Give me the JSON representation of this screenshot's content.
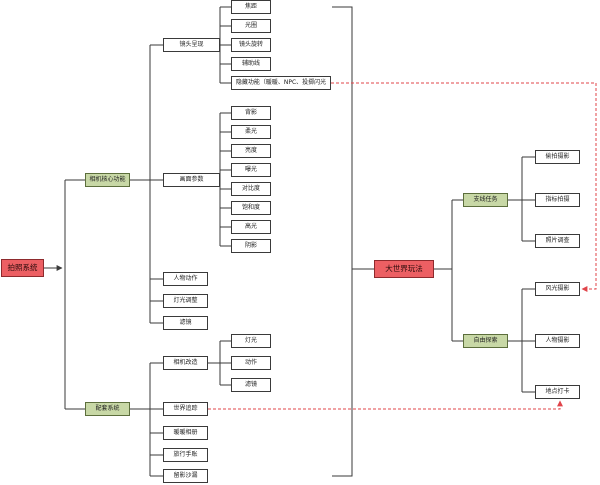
{
  "colors": {
    "root_fill": "#ec5f63",
    "category_fill": "#c8d8a6",
    "leaf_fill": "#ffffff",
    "line": "#3a3a3a",
    "dashed_link": "#e0444a"
  },
  "root": "拍照系统",
  "hub": "大世界玩法",
  "camera_core": {
    "label": "相机核心功能",
    "lens_display": {
      "label": "镜头呈现",
      "items": [
        "焦距",
        "光圈",
        "镜头旋转",
        "辅助线",
        "隐藏功能（暖暖、NPC、投掷闪光"
      ]
    },
    "image_params": {
      "label": "画面参数",
      "items": [
        "背影",
        "柔光",
        "亮度",
        "曝光",
        "对比度",
        "饱和度",
        "高光",
        "阴影"
      ]
    },
    "other": [
      "人物动作",
      "灯光调整",
      "滤镜"
    ]
  },
  "accessory": {
    "label": "配套系统",
    "camera_mod": {
      "label": "相机改造",
      "items": [
        "灯光",
        "动作",
        "滤镜"
      ]
    },
    "other": [
      "世界追踪",
      "暖暖相册",
      "旅行手账",
      "留影沙漏"
    ]
  },
  "open_world": {
    "main_quest": {
      "label": "支线任务",
      "items": [
        "偷拍摄影",
        "指标拍摄",
        "照片调查"
      ]
    },
    "free_explore": {
      "label": "自由探索",
      "items": [
        "风光摄影",
        "人物摄影",
        "地点打卡"
      ]
    }
  }
}
